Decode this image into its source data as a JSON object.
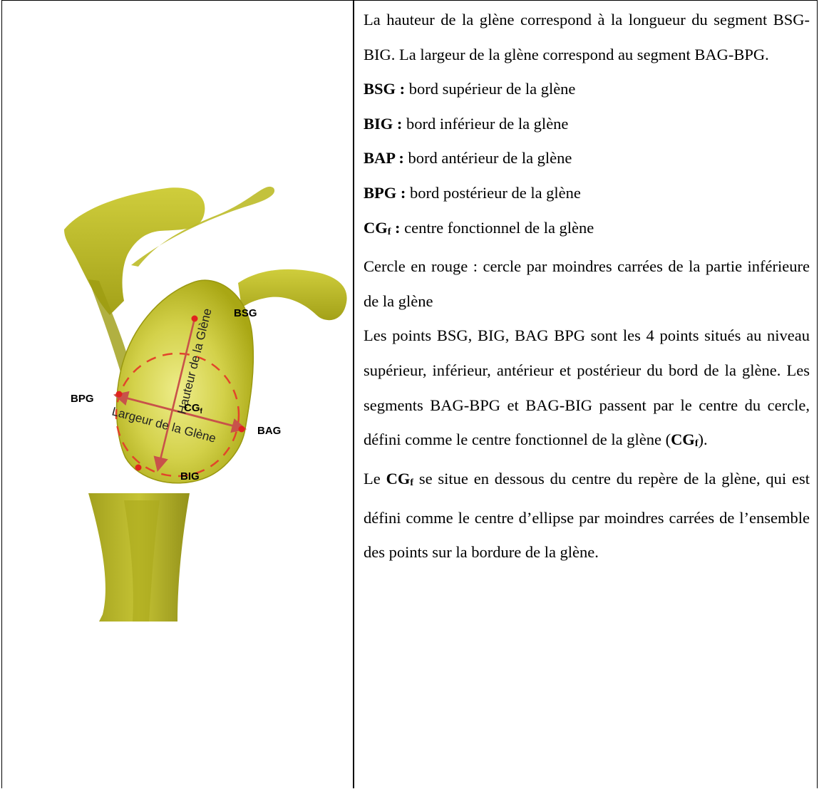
{
  "paragraph_1": "La hauteur de la glène correspond à la longueur du segment BSG-BIG. La largeur de la glène correspond au segment BAG-BPG.",
  "definitions": [
    {
      "term": "BSG :",
      "text": " bord supérieur de la glène"
    },
    {
      "term": "BIG :",
      "text": " bord inférieur de la glène"
    },
    {
      "term": "BAP :",
      "text": " bord antérieur de la glène"
    },
    {
      "term": "BPG :",
      "text": " bord postérieur de la glène"
    }
  ],
  "cgf_definition": {
    "term": "CG",
    "sub": "f",
    "colon": " :",
    "text": " centre fonctionnel de la glène"
  },
  "paragraph_circle": "Cercle en rouge : cercle par moindres carrées de la partie inférieure de la glène",
  "paragraph_points": {
    "main": "Les points BSG, BIG, BAG BPG sont les 4 points situés au niveau supérieur, inférieur, antérieur et postérieur du bord de la glène. Les segments BAG-BPG et BAG-BIG passent par le centre du cercle, défini comme le centre fonctionnel de la glène (",
    "term": "CG",
    "sub": "f",
    "end": ")."
  },
  "paragraph_last": {
    "start": "Le ",
    "term": "CG",
    "sub": "f",
    "rest": " se situe en dessous du centre du repère de la glène, qui est défini comme le centre d’ellipse par moindres carrées de l’ensemble des points sur la bordure de la glène."
  },
  "figure": {
    "labels": {
      "bsg": "BSG",
      "bpg": "BPG",
      "bag": "BAG",
      "big": "BIG",
      "cg": "CG",
      "cg_sub": "f"
    },
    "axis_labels": {
      "height": "Hauteur de la Glène",
      "width": "Largeur de la Glène"
    },
    "colors": {
      "bone": "#b7b51f",
      "bone_light": "#d8d65a",
      "bone_dark": "#8a8910",
      "marker": "#e0231e",
      "circle": "#e2452a",
      "arrow": "#c8524a"
    }
  }
}
